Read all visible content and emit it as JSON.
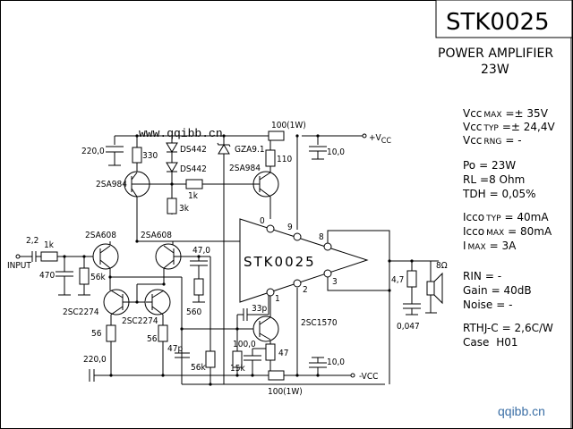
{
  "title": {
    "part": "STK0025",
    "description": "POWER AMPLIFIER",
    "power": "23W"
  },
  "specs": [
    {
      "key": "Vcc",
      "sub": "MAX",
      "value": "=± 35V"
    },
    {
      "key": "Vcc",
      "sub": "TYP",
      "value": "=± 24,4V"
    },
    {
      "key": "Vcc",
      "sub": "RNG",
      "value": "=  -"
    },
    {
      "key": "Po",
      "sub": "",
      "value": "= 23W"
    },
    {
      "key": "RL",
      "sub": "",
      "value": "=8 Ohm"
    },
    {
      "key": "TDH",
      "sub": "",
      "value": "= 0,05%"
    },
    {
      "key": "Icco",
      "sub": "TYP",
      "value": "= 40mA"
    },
    {
      "key": "Icco",
      "sub": "MAX",
      "value": "= 80mA"
    },
    {
      "key": "I",
      "sub": "MAX",
      "value": "=   3A"
    },
    {
      "key": "RIN",
      "sub": "",
      "value": "=  -"
    },
    {
      "key": "Gain",
      "sub": "",
      "value": "= 40dB"
    },
    {
      "key": "Noise",
      "sub": "",
      "value": "=  -"
    },
    {
      "key": "RTHJ-C",
      "sub": "",
      "value": "= 2,6C/W"
    },
    {
      "key": "Case",
      "sub": "",
      "value": " H01"
    }
  ],
  "ic": {
    "label": "STK0025",
    "pins": {
      "p0": "0",
      "p9": "9",
      "p8": "8",
      "p3": "3",
      "p2": "2",
      "p1": "1"
    }
  },
  "watermark": "www.qqibb.cn",
  "logo": "qqibb.cn",
  "components": {
    "c_input": "2,2",
    "r_input": "1k",
    "c_470": "470",
    "r_56k_in": "56k",
    "input_label": "INPUT",
    "q_2sa608_a": "2SA608",
    "q_2sa608_b": "2SA608",
    "q_2sc2274_a": "2SC2274",
    "q_2sc2274_b": "2SC2274",
    "r_56_a": "56",
    "r_56_b": "56",
    "c_220_bottom": "220,0",
    "c_220_top": "220,0",
    "r_330": "330",
    "d_ds442_a": "DS442",
    "d_ds442_b": "DS442",
    "q_2sa984_a": "2SA984",
    "r_1k_bias": "1k",
    "r_3k": "3k",
    "z_gza": "GZA9.1",
    "q_2sa984_b": "2SA984",
    "r_110": "110",
    "r_100_top": "100(1W)",
    "r_100_bottom": "100(1W)",
    "c_10_top": "10,0",
    "c_10_bottom": "10,0",
    "vcc_plus": "+V",
    "vcc_plus_sub": "CC",
    "vcc_minus": "-VCC",
    "c_47": "47,0",
    "r_560": "560",
    "c_47p": "47p",
    "r_56k_fb": "56k",
    "r_15k": "15k",
    "c_33p": "33p",
    "c_100": "100,0",
    "r_47": "47",
    "q_2sc1570": "2SC1570",
    "r_4_7": "4,7",
    "c_0_047": "0,047",
    "speaker": "8Ω"
  }
}
